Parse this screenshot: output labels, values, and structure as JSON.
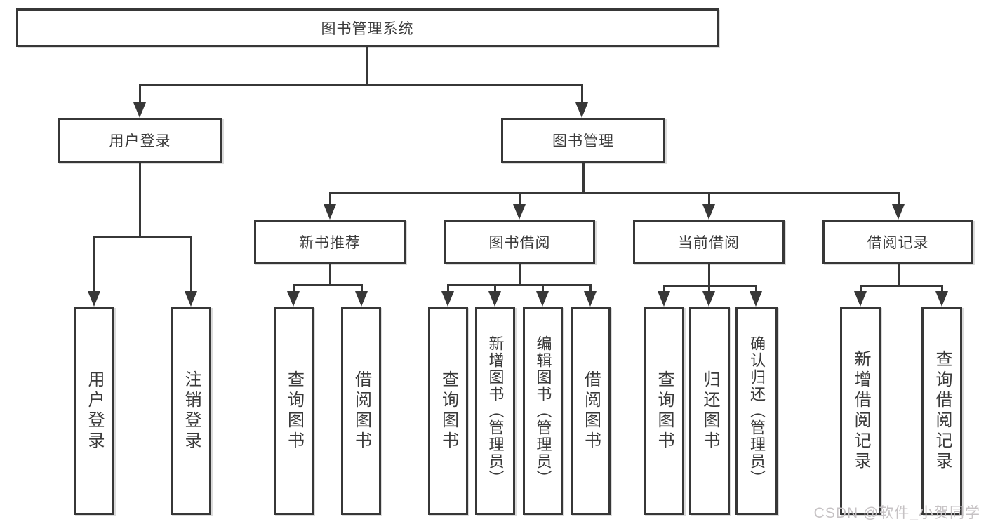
{
  "tree": {
    "label": "图书管理系统",
    "children": [
      {
        "label": "用户登录",
        "children": [
          {
            "label": "用户登录"
          },
          {
            "label": "注销登录"
          }
        ]
      },
      {
        "label": "图书管理",
        "children": [
          {
            "label": "新书推荐",
            "children": [
              {
                "label": "查询图书"
              },
              {
                "label": "借阅图书"
              }
            ]
          },
          {
            "label": "图书借阅",
            "children": [
              {
                "label": "查询图书"
              },
              {
                "label": "新增图书（管理员）"
              },
              {
                "label": "编辑图书（管理员）"
              },
              {
                "label": "借阅图书"
              }
            ]
          },
          {
            "label": "当前借阅",
            "children": [
              {
                "label": "查询图书"
              },
              {
                "label": "归还图书"
              },
              {
                "label": "确认归还（管理员）"
              }
            ]
          },
          {
            "label": "借阅记录",
            "children": [
              {
                "label": "新增借阅记录"
              },
              {
                "label": "查询借阅记录"
              }
            ]
          }
        ]
      }
    ]
  },
  "watermark": "CSDN @软件_小贺同学",
  "colors": {
    "line": "#373737",
    "box_border": "#373737",
    "text": "#3a3a3a",
    "watermark": "#c6c2c4",
    "background": "#ffffff"
  }
}
